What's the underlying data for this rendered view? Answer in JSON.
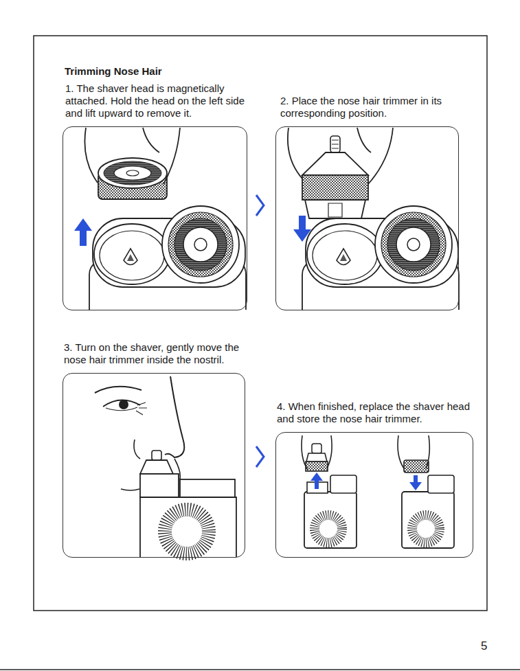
{
  "diagram": {
    "title": "Trimming Nose Hair",
    "nodes": [
      {
        "text": [
          "1. The shaver head is magnetically attached. Hold the head on the left side and lift upward to remove it."
        ]
      },
      {
        "text": [
          "2. Place the nose hair trimmer in its corresponding position."
        ]
      },
      {
        "text": [
          "3. Turn on the shaver, gently move the nose hair trimmer inside the nostril."
        ]
      },
      {
        "text": [
          "4. When finished, replace the shaver head and store the nose hair trimmer."
        ]
      }
    ],
    "labels": [
      "5"
    ]
  }
}
